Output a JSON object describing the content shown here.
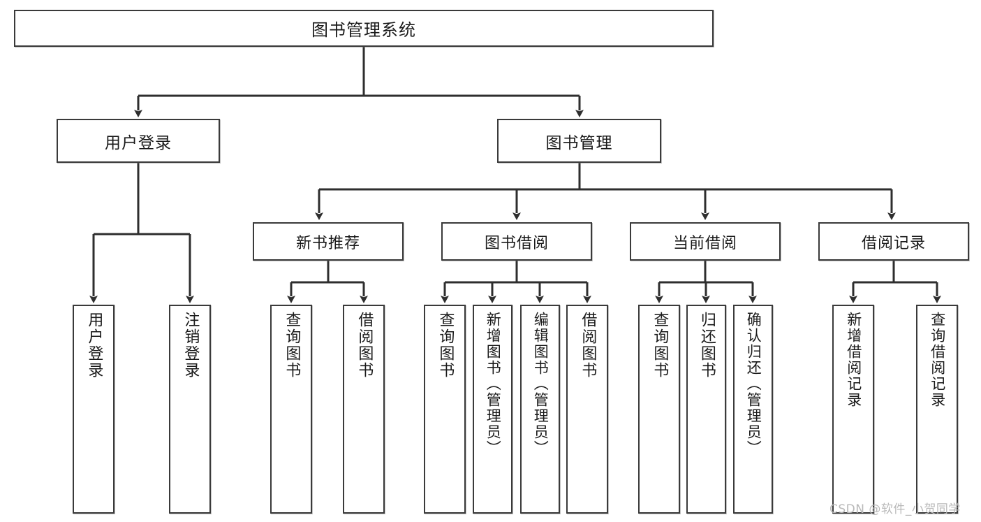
{
  "diagram": {
    "title": "图书管理系统",
    "type": "tree-hierarchy-chart",
    "root": {
      "label": "图书管理系统"
    },
    "level1": [
      {
        "label": "用户登录"
      },
      {
        "label": "图书管理"
      }
    ],
    "level2": [
      {
        "label": "新书推荐"
      },
      {
        "label": "图书借阅"
      },
      {
        "label": "当前借阅"
      },
      {
        "label": "借阅记录"
      }
    ],
    "leaves": {
      "user_login": [
        {
          "label": "用户登录"
        },
        {
          "label": "注销登录"
        }
      ],
      "new_book_recommend": [
        {
          "label": "查询图书"
        },
        {
          "label": "借阅图书"
        }
      ],
      "book_borrow": [
        {
          "label": "查询图书"
        },
        {
          "label": "新增图书（管理员）"
        },
        {
          "label": "编辑图书（管理员）"
        },
        {
          "label": "借阅图书"
        }
      ],
      "current_borrow": [
        {
          "label": "查询图书"
        },
        {
          "label": "归还图书"
        },
        {
          "label": "确认归还（管理员）"
        }
      ],
      "borrow_record": [
        {
          "label": "新增借阅记录"
        },
        {
          "label": "查询借阅记录"
        }
      ]
    }
  },
  "watermark": {
    "text": "CSDN @软件_小贺同学"
  },
  "colors": {
    "box_border": "#3a3a3a",
    "box_fill": "#ffffff",
    "connector": "#2e2e2e",
    "text": "#1a1a1a",
    "watermark": "#b9b9b9"
  }
}
